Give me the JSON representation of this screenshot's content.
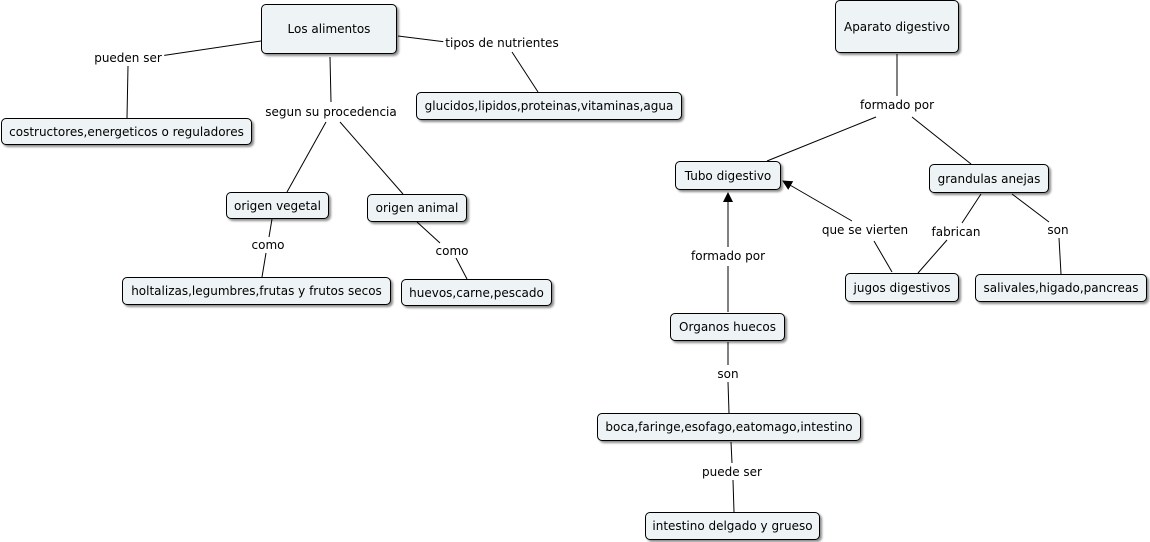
{
  "nodes": {
    "alimentos": "Los alimentos",
    "constructores": "costructores,energeticos o reguladores",
    "nutrientes": "glucidos,lipidos,proteinas,vitaminas,agua",
    "vegetal": "origen vegetal",
    "animal": "origen animal",
    "hortalizas": "holtalizas,legumbres,frutas y frutos secos",
    "huevos": "huevos,carne,pescado",
    "aparato": "Aparato digestivo",
    "tubo": "Tubo digestivo",
    "glandulas": "grandulas anejas",
    "jugos": "jugos digestivos",
    "salivales": "salivales,higado,pancreas",
    "organos": "Organos huecos",
    "boca": "boca,faringe,esofago,eatomago,intestino",
    "intestino": "intestino delgado y grueso"
  },
  "labels": {
    "pueden_ser": "pueden ser",
    "tipos": "tipos de nutrientes",
    "segun": "segun su procedencia",
    "como_vegetal": "como",
    "como_animal": "como",
    "formado_aparato": "formado por",
    "formado_tubo": "formado por",
    "que_se_vierten": "que se vierten",
    "fabrican": "fabrican",
    "son_glandulas": "son",
    "son_organos": "son",
    "puede_ser": "puede ser"
  },
  "colors": {
    "node_fill": "#eef3f5",
    "node_border": "#000000",
    "line": "#000000"
  }
}
